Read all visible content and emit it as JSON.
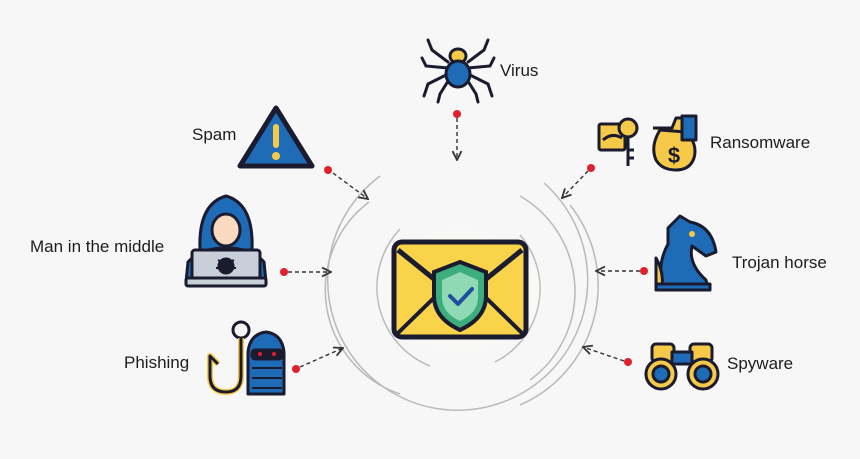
{
  "threats": {
    "virus": "Virus",
    "spam": "Spam",
    "ransomware": "Ransomware",
    "man_in_the_middle": "Man in the middle",
    "trojan_horse": "Trojan horse",
    "phishing": "Phishing",
    "spyware": "Spyware"
  },
  "icons": {
    "center": "secure-envelope-icon",
    "virus": "spider-icon",
    "spam": "warning-triangle-icon",
    "ransomware": "key-and-money-bag-icon",
    "man_in_the_middle": "hooded-hacker-icon",
    "trojan_horse": "chess-knight-icon",
    "phishing": "fish-hook-thief-icon",
    "spyware": "binoculars-icon"
  },
  "colors": {
    "outline": "#1b1b2f",
    "envelope": "#f9d34a",
    "shield": "#3cae7e",
    "blue": "#1e6bb8",
    "yellow": "#f7c948",
    "dot": "#e0202b"
  }
}
